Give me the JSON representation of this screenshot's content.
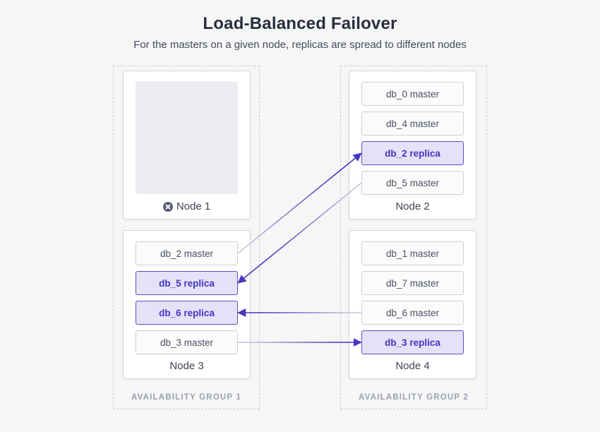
{
  "header": {
    "title": "Load-Balanced Failover",
    "subtitle": "For the masters on a given node, replicas are spread to different nodes"
  },
  "groups": [
    {
      "id": "ag1",
      "label": "AVAILABILITY GROUP 1"
    },
    {
      "id": "ag2",
      "label": "AVAILABILITY GROUP 2"
    }
  ],
  "nodes": [
    {
      "id": "node1",
      "label": "Node 1",
      "failed": true,
      "group": "ag1",
      "boxes": []
    },
    {
      "id": "node2",
      "label": "Node 2",
      "failed": false,
      "group": "ag2",
      "boxes": [
        {
          "id": "db_0-master",
          "label": "db_0 master",
          "type": "master"
        },
        {
          "id": "db_4-master",
          "label": "db_4 master",
          "type": "master"
        },
        {
          "id": "db_2-replica",
          "label": "db_2 replica",
          "type": "replica"
        },
        {
          "id": "db_5-master",
          "label": "db_5 master",
          "type": "master"
        }
      ]
    },
    {
      "id": "node3",
      "label": "Node 3",
      "failed": false,
      "group": "ag1",
      "boxes": [
        {
          "id": "db_2-master",
          "label": "db_2 master",
          "type": "master"
        },
        {
          "id": "db_5-replica",
          "label": "db_5 replica",
          "type": "replica"
        },
        {
          "id": "db_6-replica",
          "label": "db_6 replica",
          "type": "replica"
        },
        {
          "id": "db_3-master",
          "label": "db_3 master",
          "type": "master"
        }
      ]
    },
    {
      "id": "node4",
      "label": "Node 4",
      "failed": false,
      "group": "ag2",
      "boxes": [
        {
          "id": "db_1-master",
          "label": "db_1 master",
          "type": "master"
        },
        {
          "id": "db_7-master",
          "label": "db_7 master",
          "type": "master"
        },
        {
          "id": "db_6-master",
          "label": "db_6 master",
          "type": "master"
        },
        {
          "id": "db_3-replica",
          "label": "db_3 replica",
          "type": "replica"
        }
      ]
    }
  ],
  "edges": [
    {
      "from": "db_2-master",
      "to": "db_2-replica"
    },
    {
      "from": "db_5-master",
      "to": "db_5-replica"
    },
    {
      "from": "db_6-master",
      "to": "db_6-replica"
    },
    {
      "from": "db_3-master",
      "to": "db_3-replica"
    }
  ],
  "colors": {
    "accent_purple": "#4837c0",
    "replica_border": "#5b4bc7",
    "replica_fill": "#e5e2f7",
    "replica_text": "#4433c2",
    "edge_gray": "#c3c6d8",
    "page_bg": "#f6f6f7",
    "failed_icon": "#596173"
  }
}
